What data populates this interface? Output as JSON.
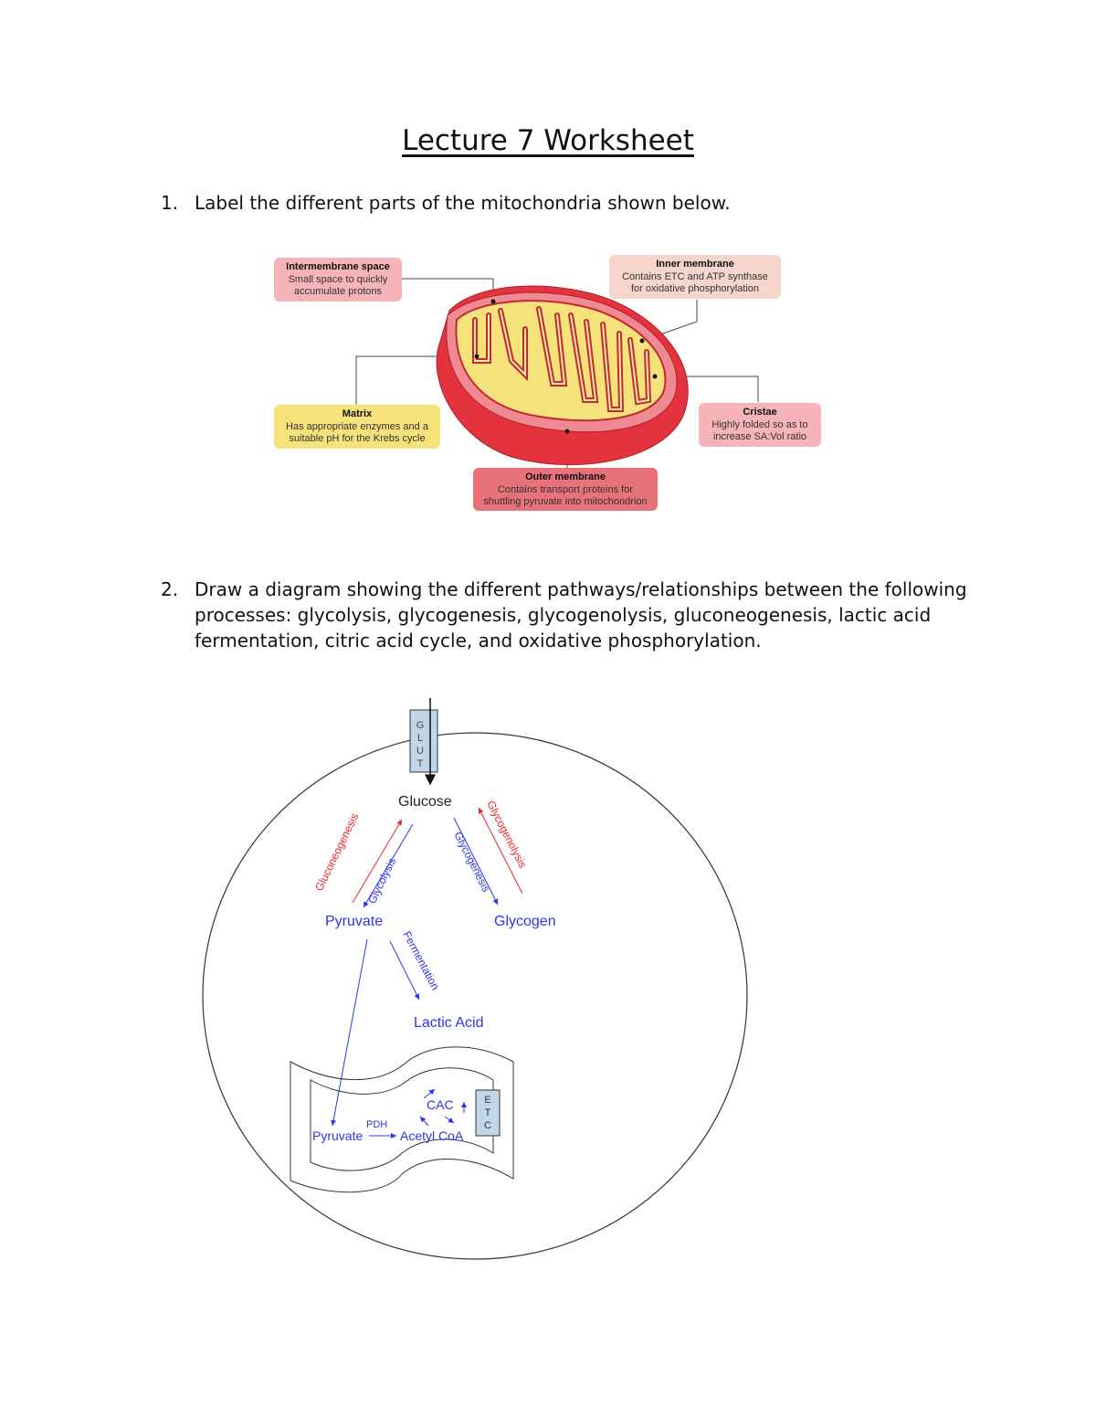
{
  "title": "Lecture 7 Worksheet",
  "q1": {
    "number": "1.",
    "text": "Label the different parts of the mitochondria shown below.",
    "labels": {
      "intermembrane": {
        "name": "Intermembrane space",
        "line1": "Small space to quickly",
        "line2": "accumulate protons"
      },
      "inner": {
        "name": "Inner membrane",
        "line1": "Contains ETC and ATP synthase",
        "line2": "for oxidative phosphorylation"
      },
      "matrix": {
        "name": "Matrix",
        "line1": "Has appropriate enzymes and a",
        "line2": "suitable pH for the Krebs cycle"
      },
      "cristae": {
        "name": "Cristae",
        "line1": "Highly folded so as to",
        "line2": "increase SA:Vol ratio"
      },
      "outer": {
        "name": "Outer membrane",
        "line1": "Contains transport proteins for",
        "line2": "shuttling pyruvate into mitochondrion"
      }
    },
    "colors": {
      "pink": "#f6b3b8",
      "peach": "#f5d5cc",
      "yellow": "#f6e27a",
      "red": "#e85a63",
      "darkred": "#e2333f"
    }
  },
  "q2": {
    "number": "2.",
    "text": "Draw a diagram showing the different pathways/relationships between the following processes: glycolysis, glycogenesis, glycogenolysis, gluconeogenesis, lactic acid fermentation, citric acid cycle, and oxidative phosphorylation."
  },
  "diagram": {
    "glut": [
      "G",
      "L",
      "U",
      "T"
    ],
    "glucose": "Glucose",
    "gluconeogenesis": "Gluconeogenesis",
    "glycolysis": "Glycolysis",
    "glycogenesis": "Glycogenesis",
    "glycogenolysis": "Glycogenolysis",
    "pyruvate": "Pyruvate",
    "glycogen": "Glycogen",
    "fermentation": "Fermentation",
    "lactic_acid": "Lactic Acid",
    "mito_pyruvate": "Pyruvate",
    "pdh": "PDH",
    "acetyl_coa": "Acetyl CoA",
    "cac": "CAC",
    "etc": [
      "E",
      "T",
      "C"
    ],
    "colors": {
      "blue": "#2a35f0",
      "red": "#f0232a",
      "glut_fill": "#c2d6ea"
    }
  }
}
